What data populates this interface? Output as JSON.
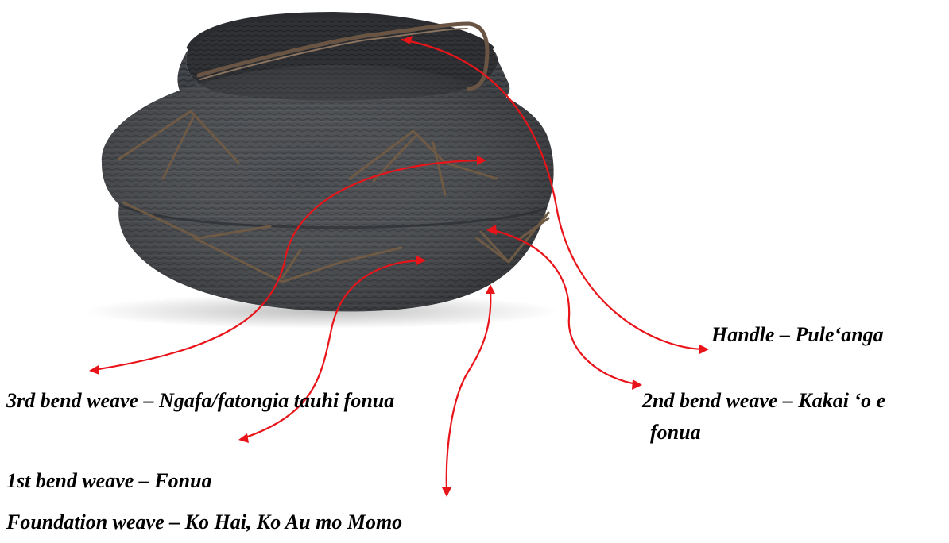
{
  "labels": {
    "handle": "Handle – Puleʻanga",
    "third_bend": "3rd bend weave – Ngafa/fatongia tauhi fonua",
    "second_bend_line1": "2nd bend weave – Kakai ʻo e",
    "second_bend_line2": "fonua",
    "first_bend": "1st bend weave – Fonua",
    "foundation": "Foundation weave – Ko Hai, Ko Au mo Momo"
  },
  "colors": {
    "arrow": "#e8141a",
    "basket_body": "#3f4246",
    "basket_dark": "#2a2c30",
    "basket_rim": "#35373b",
    "stitch": "#6e5a45"
  },
  "image": {
    "subject": "coiled woven basket with handle"
  }
}
